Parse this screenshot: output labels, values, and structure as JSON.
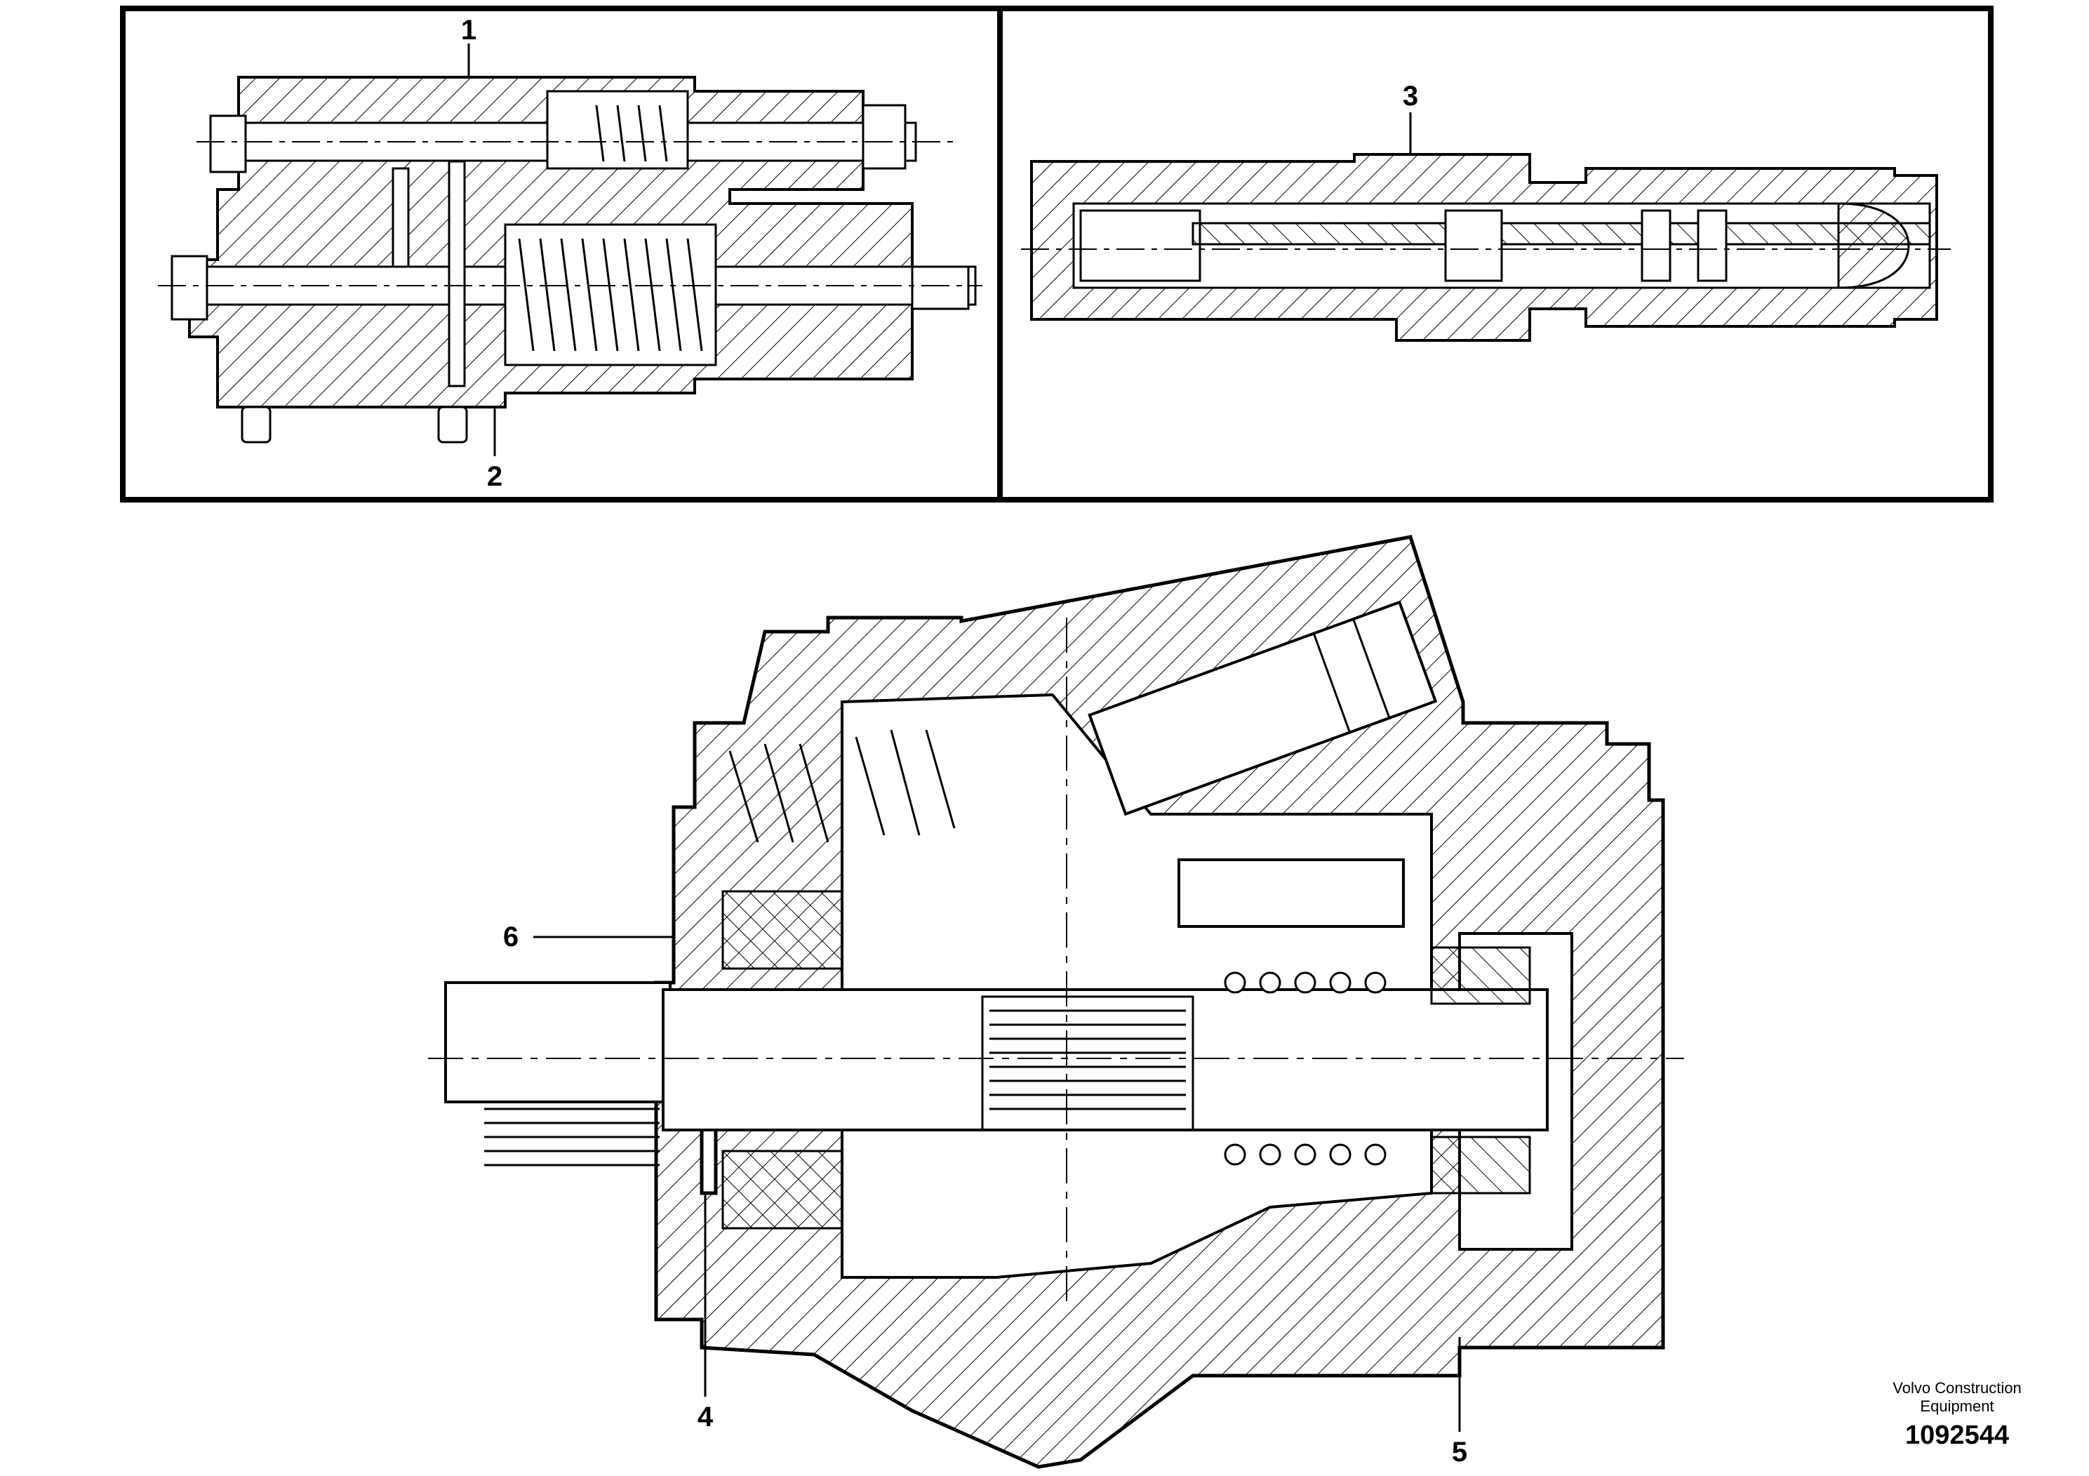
{
  "callouts": [
    "1",
    "2",
    "3",
    "4",
    "5",
    "6"
  ],
  "publisher": "Volvo Construction Equipment",
  "document_number": "1092544"
}
